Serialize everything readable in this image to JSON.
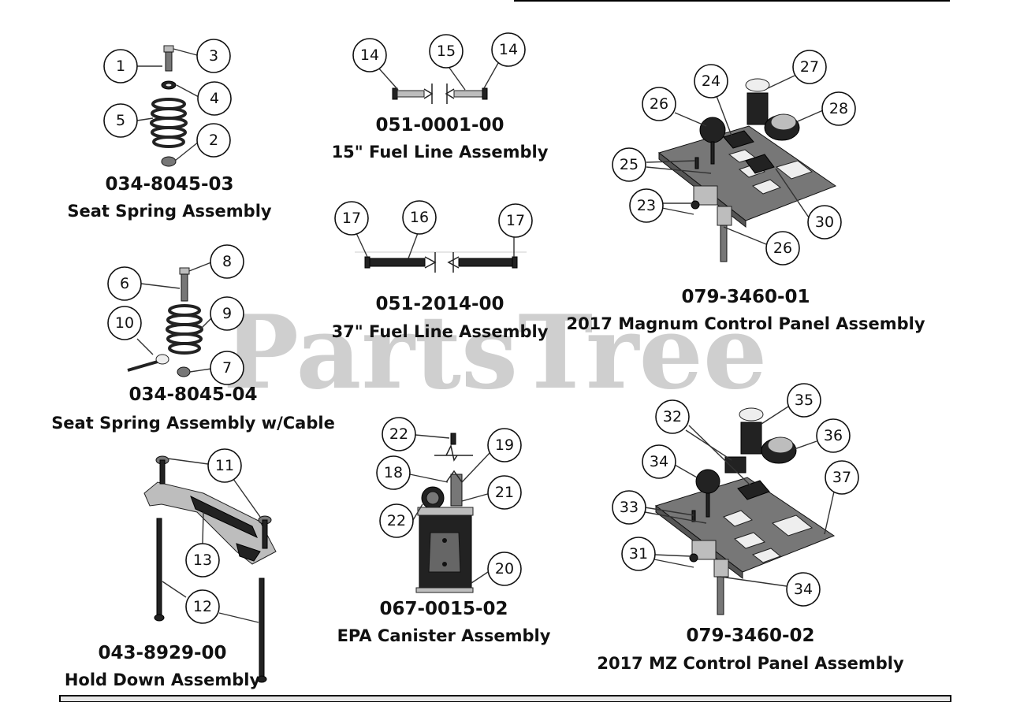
{
  "watermark": "PartsTree",
  "assemblies": [
    {
      "part_number": "034-8045-03",
      "title": "Seat Spring Assembly"
    },
    {
      "part_number": "034-8045-04",
      "title": "Seat Spring Assembly w/Cable"
    },
    {
      "part_number": "043-8929-00",
      "title": "Hold Down Assembly"
    },
    {
      "part_number": "051-0001-00",
      "title": "15\" Fuel Line Assembly"
    },
    {
      "part_number": "051-2014-00",
      "title": "37\" Fuel Line Assembly"
    },
    {
      "part_number": "067-0015-02",
      "title": "EPA Canister Assembly"
    },
    {
      "part_number": "079-3460-01",
      "title": "2017 Magnum Control Panel Assembly"
    },
    {
      "part_number": "079-3460-02",
      "title": "2017 MZ Control Panel Assembly"
    }
  ],
  "callouts": [
    "1",
    "2",
    "3",
    "4",
    "5",
    "6",
    "7",
    "8",
    "9",
    "10",
    "11",
    "12",
    "13",
    "14",
    "15",
    "14",
    "16",
    "17",
    "17",
    "18",
    "19",
    "20",
    "21",
    "22",
    "22",
    "23",
    "24",
    "25",
    "26",
    "26",
    "27",
    "28",
    "30",
    "31",
    "32",
    "33",
    "34",
    "34",
    "35",
    "36",
    "37"
  ]
}
